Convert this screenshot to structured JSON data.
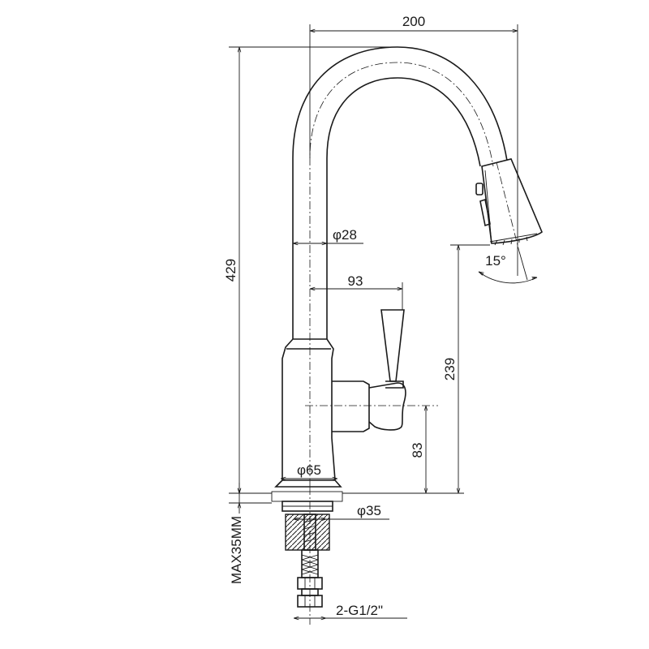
{
  "drawing": {
    "dimensions": {
      "overall_reach": "200",
      "overall_height": "429",
      "spout_diameter": "φ28",
      "handle_offset": "93",
      "spout_outlet_height": "239",
      "handle_axis_height": "83",
      "base_diameter": "φ65",
      "mount_hole_diameter": "φ35",
      "max_deck_thickness": "MAX35MM",
      "spray_head_angle": "15°",
      "supply_connection": "2-G1/2\""
    },
    "colors": {
      "line": "#1a1a1a",
      "background": "#ffffff"
    }
  }
}
